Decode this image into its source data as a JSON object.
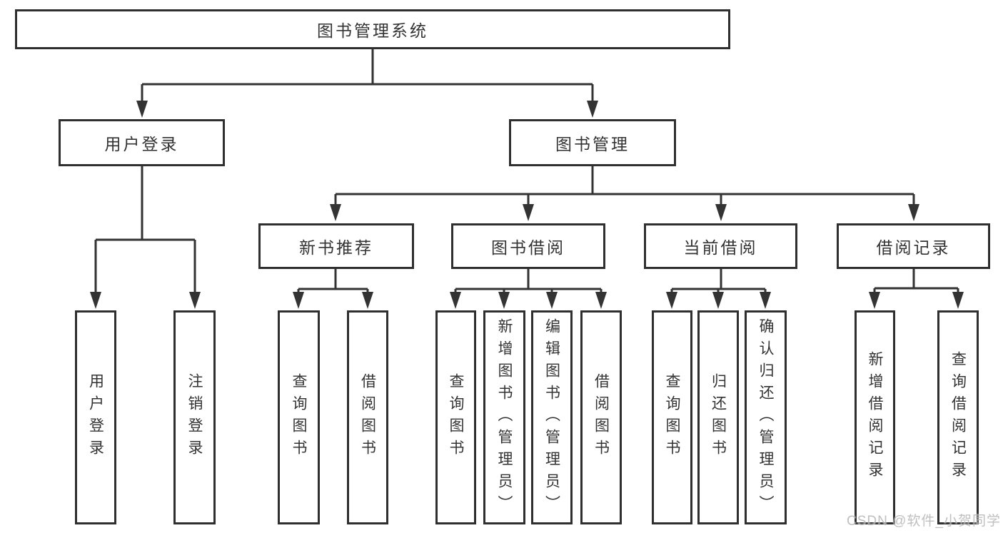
{
  "nodes": {
    "root": "图书管理系统",
    "user_login": "用户登录",
    "book_mgmt": "图书管理",
    "new_book_rec": "新书推荐",
    "book_borrow": "图书借阅",
    "current_borrow": "当前借阅",
    "borrow_records": "借阅记录",
    "leaf_user_login": "用户登录",
    "leaf_logout": "注销登录",
    "leaf_query_book_1": "查询图书",
    "leaf_borrow_book_1": "借阅图书",
    "leaf_query_book_2": "查询图书",
    "leaf_add_book": "新增图书（管理员）",
    "leaf_edit_book": "编辑图书（管理员）",
    "leaf_borrow_book_2": "借阅图书",
    "leaf_query_book_3": "查询图书",
    "leaf_return_book": "归还图书",
    "leaf_confirm_return": "确认归还（管理员）",
    "leaf_add_borrow_record": "新增借阅记录",
    "leaf_query_borrow_record": "查询借阅记录"
  },
  "hierarchy": {
    "root": [
      "user_login",
      "book_mgmt"
    ],
    "user_login": [
      "leaf_user_login",
      "leaf_logout"
    ],
    "book_mgmt": [
      "new_book_rec",
      "book_borrow",
      "current_borrow",
      "borrow_records"
    ],
    "new_book_rec": [
      "leaf_query_book_1",
      "leaf_borrow_book_1"
    ],
    "book_borrow": [
      "leaf_query_book_2",
      "leaf_add_book",
      "leaf_edit_book",
      "leaf_borrow_book_2"
    ],
    "current_borrow": [
      "leaf_query_book_3",
      "leaf_return_book",
      "leaf_confirm_return"
    ],
    "borrow_records": [
      "leaf_add_borrow_record",
      "leaf_query_borrow_record"
    ]
  },
  "watermark": "CSDN @软件_小贺同学",
  "colors": {
    "line": "#333333",
    "box_border": "#2f2f2f",
    "box_fill": "#ffffff",
    "text": "#333333",
    "watermark": "#b4b4b4"
  }
}
